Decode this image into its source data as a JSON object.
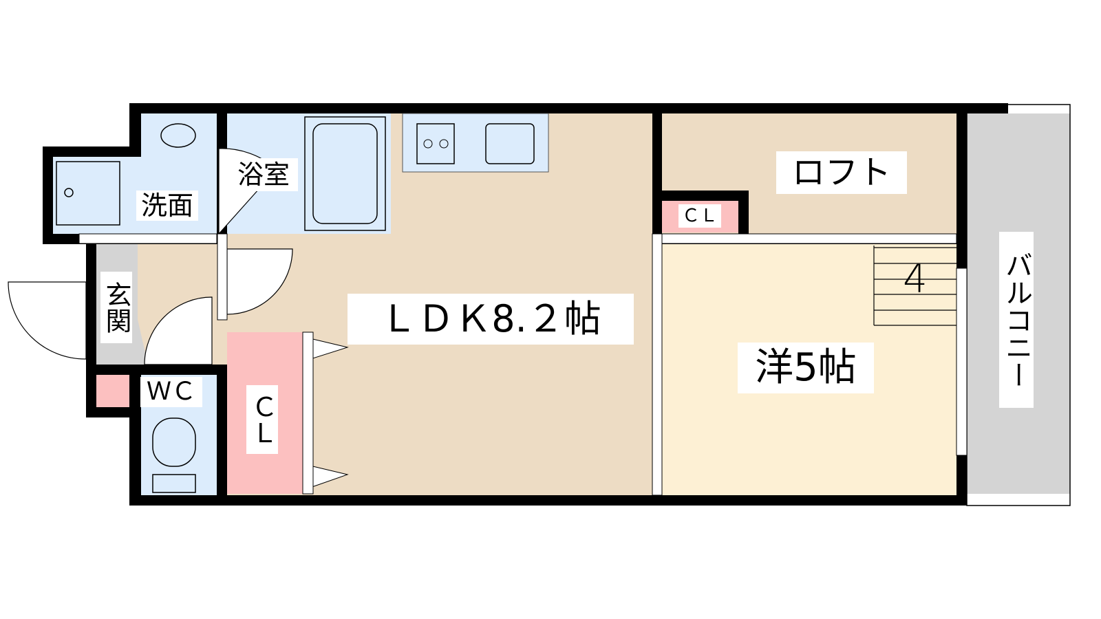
{
  "rooms": {
    "ldk": "ＬＤＫ8.２帖",
    "western": "洋5帖",
    "loft": "ロフト",
    "bath": "浴室",
    "washroom": "洗面",
    "entrance": "玄関",
    "wc": "ＷＣ",
    "closet_main": "ＣＬ",
    "closet_loft": "ＣＬ",
    "balcony": "バルコニー"
  },
  "stairs_steps": "4",
  "colors": {
    "wall": "#000000",
    "ldk_floor": "#eddcc4",
    "western_floor": "#fdf0d4",
    "wet_area": "#dcecfc",
    "closet": "#fcc0c0",
    "entrance_balcony": "#d4d4d4"
  }
}
